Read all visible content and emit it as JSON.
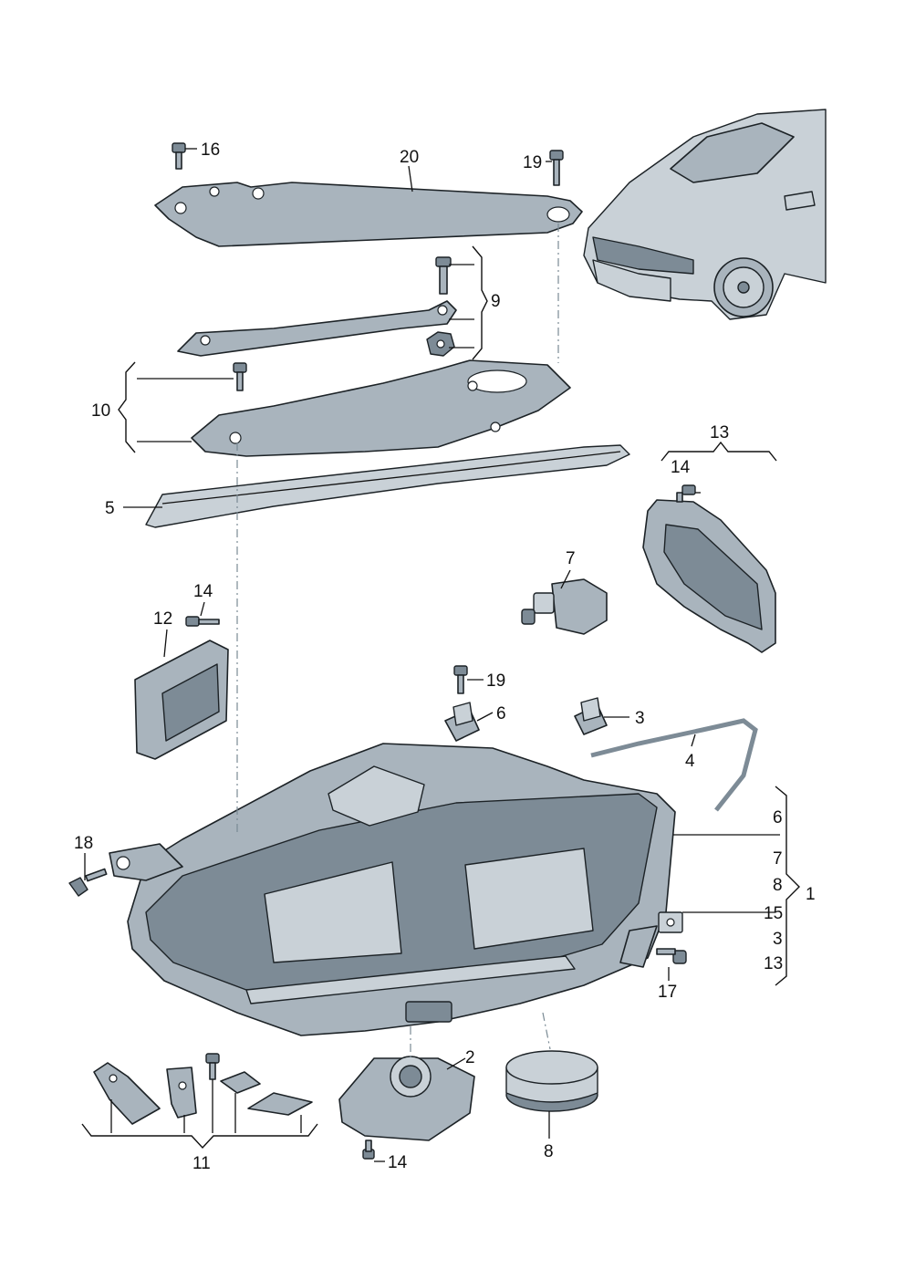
{
  "callouts": [
    {
      "id": "c16",
      "text": "16"
    },
    {
      "id": "c20",
      "text": "20"
    },
    {
      "id": "c19a",
      "text": "19"
    },
    {
      "id": "c9",
      "text": "9"
    },
    {
      "id": "c10",
      "text": "10"
    },
    {
      "id": "c5",
      "text": "5"
    },
    {
      "id": "c13a",
      "text": "13"
    },
    {
      "id": "c14a",
      "text": "14"
    },
    {
      "id": "c7a",
      "text": "7"
    },
    {
      "id": "c14b",
      "text": "14"
    },
    {
      "id": "c12",
      "text": "12"
    },
    {
      "id": "c19b",
      "text": "19"
    },
    {
      "id": "c6a",
      "text": "6"
    },
    {
      "id": "c3a",
      "text": "3"
    },
    {
      "id": "c4",
      "text": "4"
    },
    {
      "id": "c6b",
      "text": "6"
    },
    {
      "id": "c7b",
      "text": "7"
    },
    {
      "id": "c8a",
      "text": "8"
    },
    {
      "id": "c1",
      "text": "1"
    },
    {
      "id": "c15",
      "text": "15"
    },
    {
      "id": "c3b",
      "text": "3"
    },
    {
      "id": "c13b",
      "text": "13"
    },
    {
      "id": "c18",
      "text": "18"
    },
    {
      "id": "c17",
      "text": "17"
    },
    {
      "id": "c2",
      "text": "2"
    },
    {
      "id": "c14c",
      "text": "14"
    },
    {
      "id": "c11",
      "text": "11"
    },
    {
      "id": "c8b",
      "text": "8"
    }
  ],
  "colors": {
    "part_fill": "#a9b4bd",
    "part_light": "#c9d1d7",
    "part_dark": "#7d8b96",
    "outline": "#1c2226",
    "label": "#111111"
  }
}
